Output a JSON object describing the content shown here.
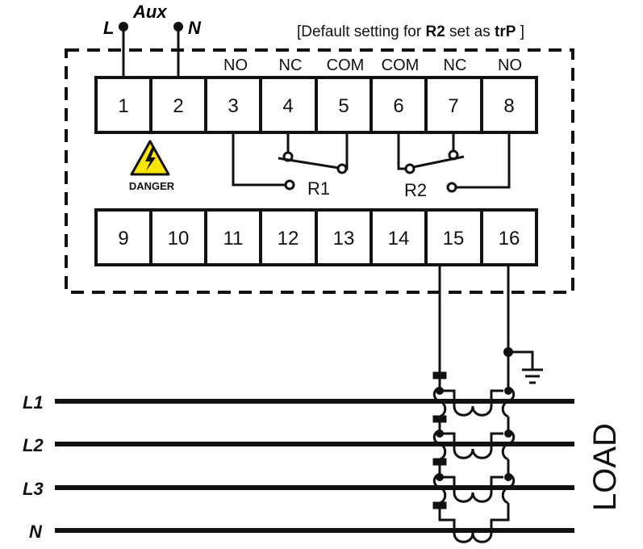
{
  "aux": {
    "label": "Aux",
    "line": "L",
    "neutral": "N"
  },
  "note": {
    "prefix": "[Default setting for ",
    "r2": "R2",
    "mid": " set as ",
    "trp": "trP",
    "suffix": " ]"
  },
  "terminals_top": [
    "1",
    "2",
    "3",
    "4",
    "5",
    "6",
    "7",
    "8"
  ],
  "terminals_bottom": [
    "9",
    "10",
    "11",
    "12",
    "13",
    "14",
    "15",
    "16"
  ],
  "contact_labels": [
    "NO",
    "NC",
    "COM",
    "COM",
    "NC",
    "NO"
  ],
  "relays": {
    "r1": "R1",
    "r2": "R2"
  },
  "danger": {
    "label": "DANGER",
    "icon": "lightning-bolt-warning-triangle",
    "color": "#FFE600"
  },
  "lines": [
    "L1",
    "L2",
    "L3",
    "N"
  ],
  "load_label": "LOAD"
}
